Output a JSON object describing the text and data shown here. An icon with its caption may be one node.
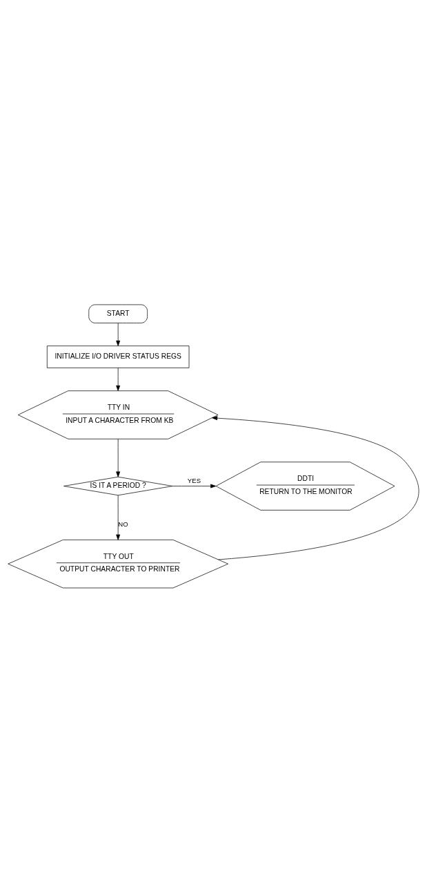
{
  "diagram": {
    "nodes": [
      {
        "text": [
          "START"
        ]
      },
      {
        "text": [
          "INITIALIZE I/O DRIVER STATUS REGS"
        ]
      },
      {
        "text": [
          "TTY IN",
          "INPUT A CHARACTER FROM KB"
        ]
      },
      {
        "text": [
          "IS IT A PERIOD ?"
        ]
      },
      {
        "text": [
          "DDTI",
          "RETURN TO THE MONITOR"
        ]
      },
      {
        "text": [
          "TTY OUT",
          "OUTPUT CHARACTER TO PRINTER"
        ]
      }
    ],
    "edges": [
      {
        "from": 0,
        "to": 1,
        "arrow": "to"
      },
      {
        "from": 1,
        "to": 2,
        "arrow": "to"
      },
      {
        "from": 2,
        "to": 3,
        "arrow": "to"
      },
      {
        "from": 3,
        "to": 4,
        "arrow": "to",
        "label": "YES"
      },
      {
        "from": 3,
        "to": 5,
        "arrow": "to",
        "label": "NO"
      },
      {
        "from": 5,
        "to": 2,
        "arrow": "to"
      }
    ]
  }
}
